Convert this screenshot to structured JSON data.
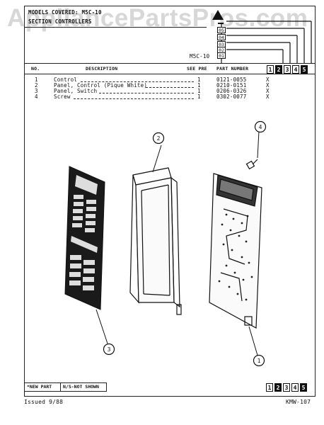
{
  "header": {
    "models_label": "MODELS COVERED: M5C-10",
    "section_label": "SECTION CONTROLLERS",
    "model": "M5C-10"
  },
  "watermark": "AppliancePartsPros.com",
  "version_boxes": [
    "05",
    "04",
    "03",
    "02",
    "01"
  ],
  "columns": {
    "no": "NO.",
    "description": "DESCRIPTION",
    "see_pre": "SEE PRE",
    "part_number": "PART NUMBER",
    "cols": [
      "1",
      "2",
      "3",
      "4",
      "5"
    ]
  },
  "parts": [
    {
      "no": "1",
      "description": "Control",
      "qty": "1",
      "part_number": "0121-0055",
      "mark": "X"
    },
    {
      "no": "2",
      "description": "Panel, Control (Pique White)",
      "qty": "1",
      "part_number": "0210-0151",
      "mark": "X"
    },
    {
      "no": "3",
      "description": "Panel, Switch",
      "qty": "1",
      "part_number": "0206-0326",
      "mark": "X"
    },
    {
      "no": "4",
      "description": "Screw",
      "qty": "1",
      "part_number": "0302-0077",
      "mark": "X"
    }
  ],
  "callouts": [
    "1",
    "2",
    "3",
    "4"
  ],
  "footer": {
    "new_part": "*NEW PART",
    "not_shown": "N/S-NOT SHOWN",
    "cols": [
      "1",
      "2",
      "3",
      "4",
      "5"
    ],
    "issued": "Issued 9/88",
    "code": "KMW-107"
  }
}
